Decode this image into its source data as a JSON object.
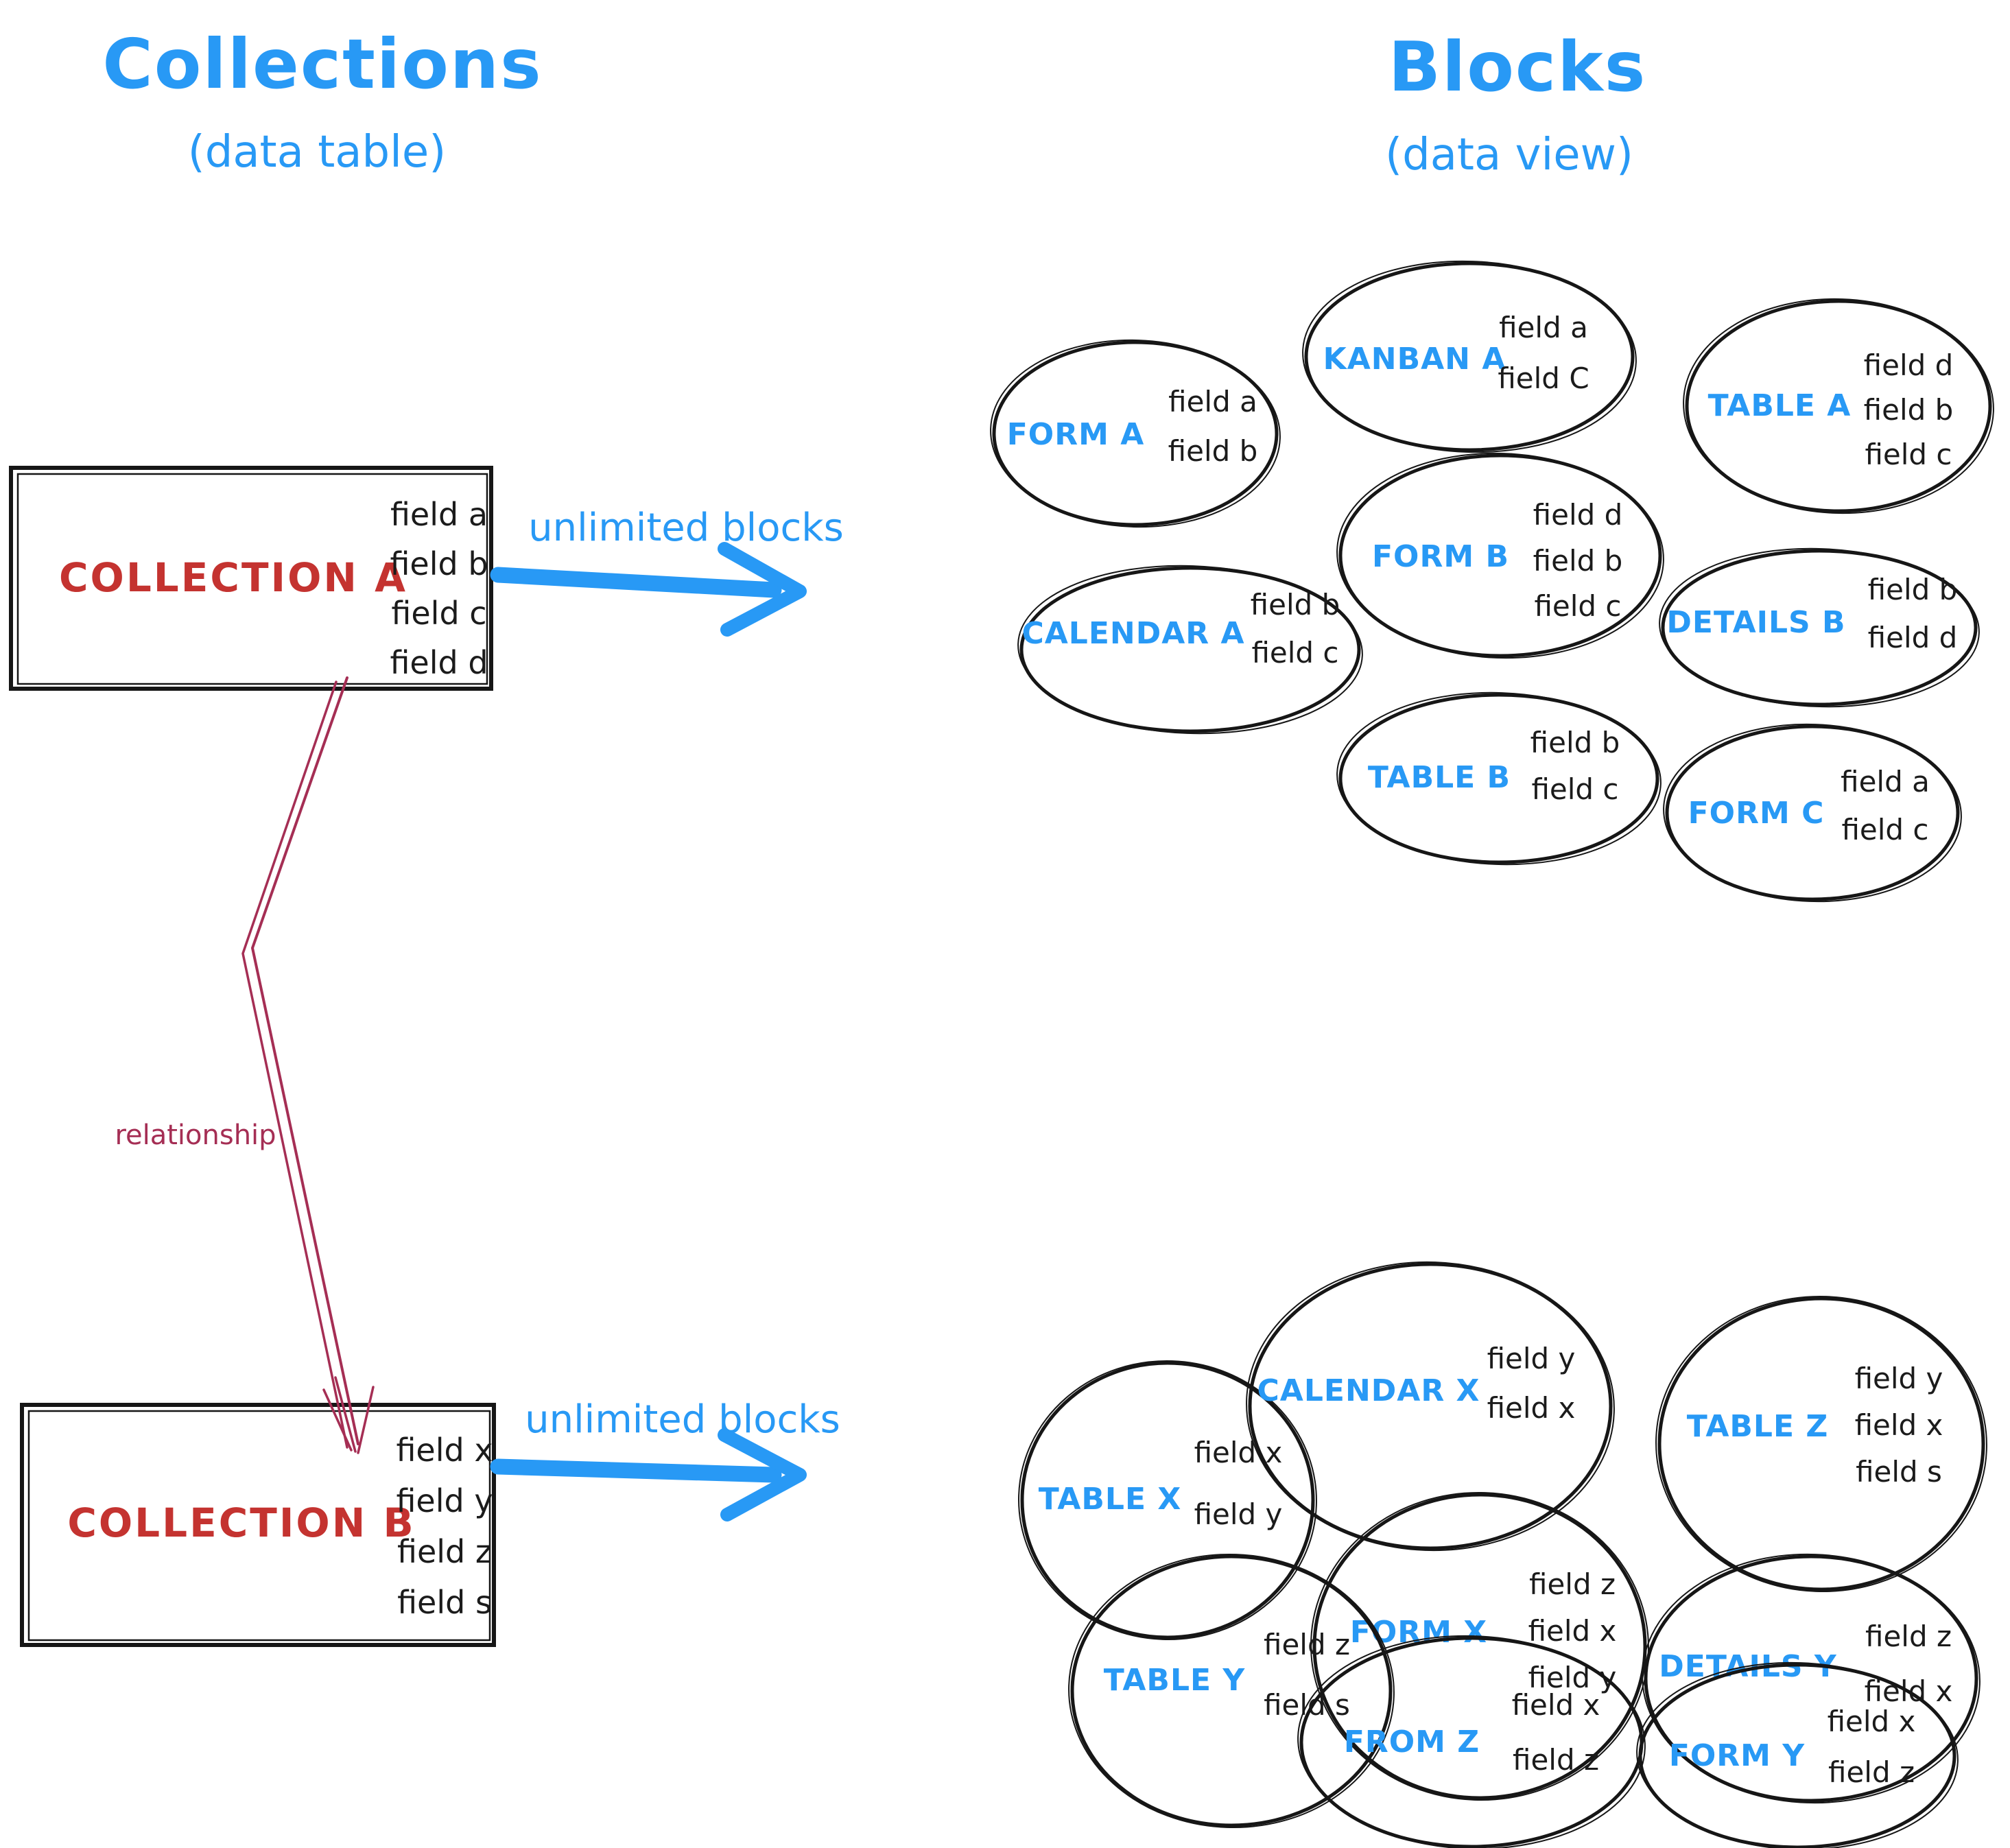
{
  "titles": {
    "left": {
      "title": "Collections",
      "subtitle": "(data table)"
    },
    "right": {
      "title": "Blocks",
      "subtitle": "(data view)"
    }
  },
  "collection_a": {
    "name": "COLLECTION A",
    "fields": [
      "field a",
      "field b",
      "field c",
      "field d"
    ],
    "arrow_label": "unlimited blocks"
  },
  "collection_b": {
    "name": "COLLECTION B",
    "fields": [
      "field x",
      "field y",
      "field z",
      "field s"
    ],
    "arrow_label": "unlimited blocks"
  },
  "relationship_label": "relationship",
  "blocks_a": [
    {
      "id": "form-a",
      "label": "FORM A",
      "fields": [
        "field a",
        "field b"
      ]
    },
    {
      "id": "kanban-a",
      "label": "KANBAN A",
      "fields": [
        "field a",
        "field C"
      ]
    },
    {
      "id": "table-a",
      "label": "TABLE A",
      "fields": [
        "field d",
        "field b",
        "field c"
      ]
    },
    {
      "id": "form-b",
      "label": "FORM B",
      "fields": [
        "field d",
        "field b",
        "field c"
      ]
    },
    {
      "id": "calendar-a",
      "label": "CALENDAR A",
      "fields": [
        "field b",
        "field c"
      ]
    },
    {
      "id": "details-b",
      "label": "DETAILS B",
      "fields": [
        "field b",
        "field d"
      ]
    },
    {
      "id": "table-b",
      "label": "TABLE B",
      "fields": [
        "field b",
        "field c"
      ]
    },
    {
      "id": "form-c",
      "label": "FORM C",
      "fields": [
        "field a",
        "field c"
      ]
    }
  ],
  "blocks_b": [
    {
      "id": "table-x",
      "label": "TABLE X",
      "fields": [
        "field x",
        "field y"
      ]
    },
    {
      "id": "calendar-x",
      "label": "CALENDAR X",
      "fields": [
        "field y",
        "field x"
      ]
    },
    {
      "id": "table-z",
      "label": "TABLE Z",
      "fields": [
        "field y",
        "field x",
        "field s"
      ]
    },
    {
      "id": "form-x",
      "label": "FORM X",
      "fields": [
        "field z",
        "field x",
        "field y"
      ]
    },
    {
      "id": "table-y",
      "label": "TABLE Y",
      "fields": [
        "field z",
        "field s"
      ]
    },
    {
      "id": "details-y",
      "label": "DETAILS Y",
      "fields": [
        "field z",
        "field x"
      ],
      "label_color": "#6d3fd8"
    },
    {
      "id": "from-z",
      "label": "FROM Z",
      "fields": [
        "field x",
        "field z"
      ]
    },
    {
      "id": "form-y",
      "label": "FORM Y",
      "fields": [
        "field x",
        "field z"
      ]
    }
  ],
  "colors": {
    "heading_blue": "#2899f5",
    "block_label_blue": "#2899f5",
    "collection_red": "#c43330",
    "relationship_rose": "#a52e54",
    "details_y_purple": "#6d3fd8",
    "ink": "#1b1b1b"
  }
}
